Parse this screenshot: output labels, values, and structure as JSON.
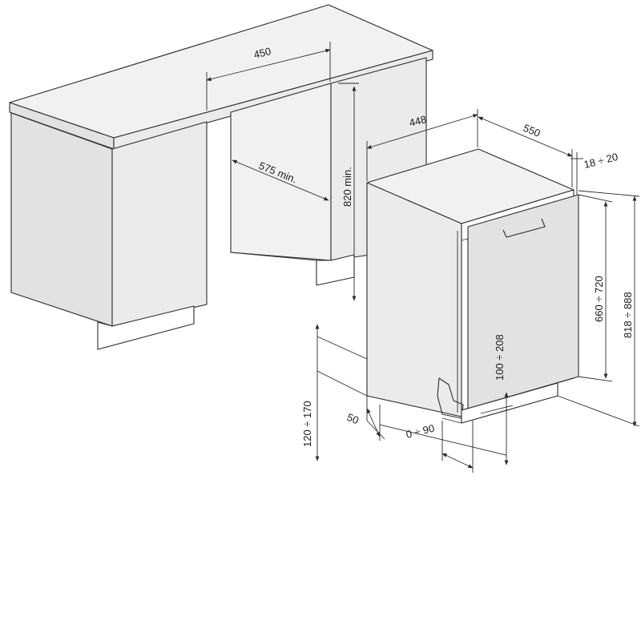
{
  "dimensions": {
    "counter_width": "450",
    "cavity_depth_min": "575 min.",
    "cavity_height_min": "820 min.",
    "appliance_width": "448",
    "appliance_depth": "550",
    "panel_thickness": "18 ÷ 20",
    "panel_height": "660 ÷ 720",
    "total_height": "818 ÷ 888",
    "plinth_height": "120 ÷ 170",
    "plinth_setback": "50",
    "plinth_gap": "0 ÷ 90",
    "foot_adjust": "100 ÷ 208"
  }
}
